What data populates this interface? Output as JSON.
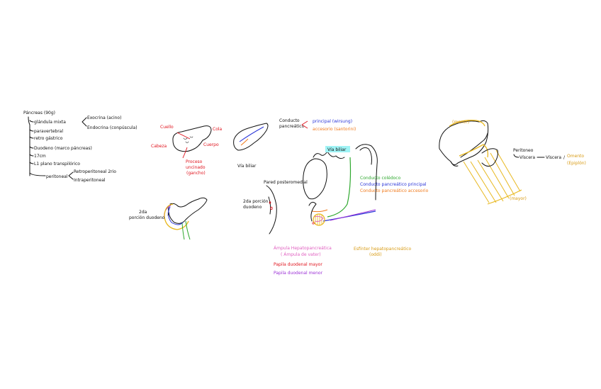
{
  "colors": {
    "ink": "#111111",
    "red": "#e0141e",
    "orange": "#f07a1c",
    "blue": "#2a35d8",
    "green": "#2ea82e",
    "pink": "#e060c0",
    "purple": "#9b30d6",
    "yellow": "#e8b820",
    "goldText": "#d89b14",
    "cyanHighlight": "#9ff3f5"
  },
  "outline": {
    "root": "Páncreas (90g)",
    "items": [
      "glándula mixta",
      "paravertebral",
      "retro gástrico",
      "Duodeno (marco páncreas)",
      "17cm",
      "L1 plano transpilórico",
      "peritoneal"
    ],
    "mixta_children": [
      "Exocrina (acino)",
      "Endocrina (conpúscula)"
    ],
    "peritoneal_children": [
      "Retroperitoneal 2rio",
      "Intraperitoneal"
    ]
  },
  "pancreas": {
    "cuello": "Cuello",
    "cola": "Cola",
    "cabeza": "Cabeza",
    "cuerpo": "Cuerpo",
    "proceso": [
      "Proceso",
      "uncinado",
      "(gancho)"
    ]
  },
  "duct": {
    "label": "Vía biliar",
    "conducto": [
      "Conducto",
      "pancreático"
    ],
    "principal": "principal (wirsung)",
    "accesorio": "accesorio (santorini)"
  },
  "duodeno_small": {
    "label": [
      "2da",
      "porción duodeno"
    ]
  },
  "wall": {
    "pared": "Pared posteromedial",
    "porcion": [
      "2da porción",
      "duodeno"
    ]
  },
  "biliary": {
    "via_biliar": "Vía biliar",
    "legend": [
      "Conducto colédoco",
      "Conducto pancreático principal",
      "Conducto pancreático accesorio"
    ],
    "ampolla": "Ámpula Hepatopancreática",
    "ampolla_sub": "( Ámpula de vater)",
    "papila_mayor": "Papila duodenal mayor",
    "papila_menor": "Papila duodenal menor",
    "esfinter": "Esfínter hepatopancreático",
    "esfinter_sub": "(oddi)"
  },
  "stomach": {
    "menor": "(menor)",
    "mayor": "(mayor)",
    "peritoneo": "Peritoneo",
    "viscera_line_a": "Víscera",
    "viscera_line_b": "Víscera",
    "omento": "Omento",
    "epiplon": "(Epiplón)"
  }
}
